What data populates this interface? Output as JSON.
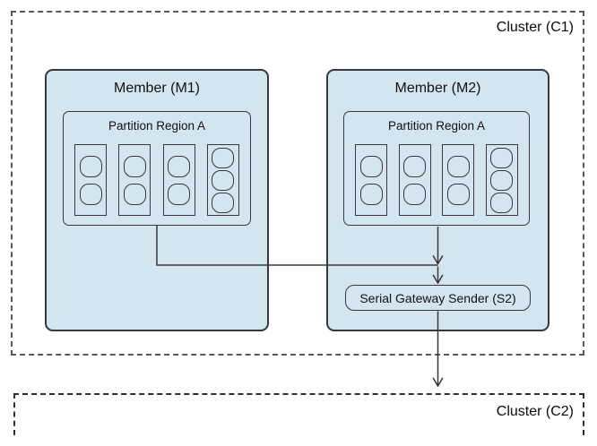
{
  "diagram": {
    "cluster1": {
      "label": "Cluster (C1)"
    },
    "cluster2": {
      "label": "Cluster (C2)"
    },
    "member1": {
      "label": "Member (M1)",
      "partition": {
        "label": "Partition Region A",
        "bucket_entry_counts": [
          2,
          2,
          2,
          3
        ]
      }
    },
    "member2": {
      "label": "Member (M2)",
      "partition": {
        "label": "Partition Region A",
        "bucket_entry_counts": [
          2,
          2,
          2,
          3
        ]
      },
      "gateway_sender": {
        "label": "Serial Gateway Sender (S2)"
      }
    },
    "colors": {
      "member_fill": "#d3e5ef",
      "stroke": "#38383a",
      "cluster1_border": "#58595b",
      "cluster2_border": "#2f2f31",
      "background": "#ffffff"
    }
  }
}
